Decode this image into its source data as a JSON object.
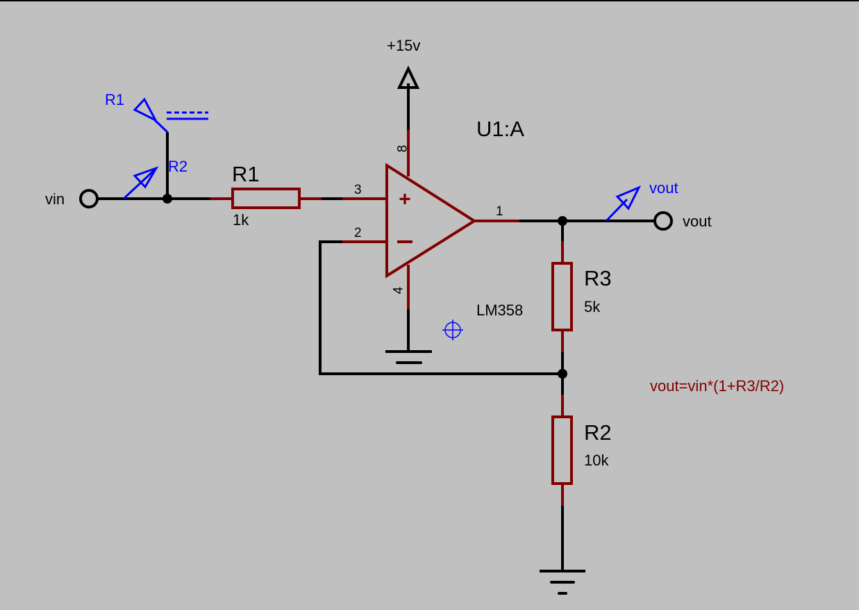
{
  "schematic": {
    "background_color": "#c0c0c0",
    "wire_color": "#000000",
    "component_color": "#800000",
    "probe_color": "#0000ff",
    "opamp": {
      "ref": "U1:A",
      "part": "LM358",
      "pins": {
        "noninv": "3",
        "inv": "2",
        "out": "1",
        "vplus": "8",
        "vminus": "4"
      },
      "noninv_symbol": "+",
      "inv_symbol": "−"
    },
    "power": {
      "label": "+15v"
    },
    "terminals": {
      "input": {
        "label": "vin"
      },
      "output": {
        "label": "vout"
      }
    },
    "resistors": [
      {
        "ref": "R1",
        "value": "1k"
      },
      {
        "ref": "R3",
        "value": "5k"
      },
      {
        "ref": "R2",
        "value": "10k"
      }
    ],
    "probes": {
      "input_probe_label": "R2",
      "voltage_probe_label": "R1",
      "output_probe_label": "vout"
    },
    "equation": "vout=vin*(1+R3/R2)"
  }
}
